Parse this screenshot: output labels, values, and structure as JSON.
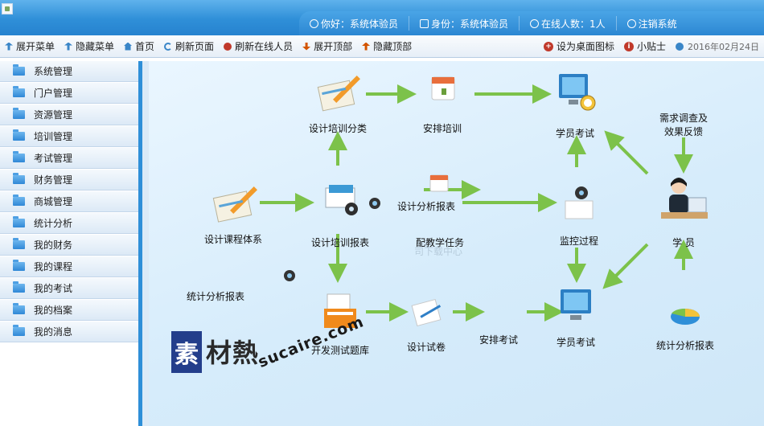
{
  "header": {
    "greeting": "你好：系统体验员",
    "identity": "身份：系统体验员",
    "online": "在线人数：1人",
    "logout": "注销系统"
  },
  "toolbar": {
    "expand_menu": "展开菜单",
    "hide_menu": "隐藏菜单",
    "home": "首页",
    "refresh_page": "刷新页面",
    "refresh_online": "刷新在线人员",
    "expand_top": "展开顶部",
    "hide_top": "隐藏顶部",
    "set_desktop": "设为桌面图标",
    "tips": "小贴士",
    "tips_icon": "i",
    "date": "2016年02月24日"
  },
  "sidebar": {
    "items": [
      {
        "label": "系统管理"
      },
      {
        "label": "门户管理"
      },
      {
        "label": "资源管理"
      },
      {
        "label": "培训管理"
      },
      {
        "label": "考试管理"
      },
      {
        "label": "财务管理"
      },
      {
        "label": "商城管理"
      },
      {
        "label": "统计分析"
      },
      {
        "label": "我的财务"
      },
      {
        "label": "我的课程"
      },
      {
        "label": "我的考试"
      },
      {
        "label": "我的档案"
      },
      {
        "label": "我的消息"
      }
    ]
  },
  "flow": {
    "design_category": "设计培训分类",
    "arrange_training": "安排培训",
    "student_exam_top": "学员考试",
    "survey_feedback_1": "需求调查及",
    "survey_feedback_2": "效果反馈",
    "design_course": "设计课程体系",
    "design_report": "设计培训报表",
    "design_analysis": "设计分析报表",
    "assign_task": "配教学任务",
    "monitor": "监控过程",
    "student": "学 员",
    "stat_report_left": "统计分析报表",
    "build_bank": "开发测试题库",
    "design_paper": "设计试卷",
    "arrange_exam": "安排考试",
    "student_exam_bottom": "学员考试",
    "stat_report_right": "统计分析报表",
    "ghost_text": "司下载中心"
  },
  "watermark": {
    "box_char": "素",
    "text": "材熱",
    "url": "sucaire.com"
  },
  "colors": {
    "banner": "#2f8fd8",
    "arrow": "#7cc24a",
    "main_bg": "#dff0fc"
  }
}
